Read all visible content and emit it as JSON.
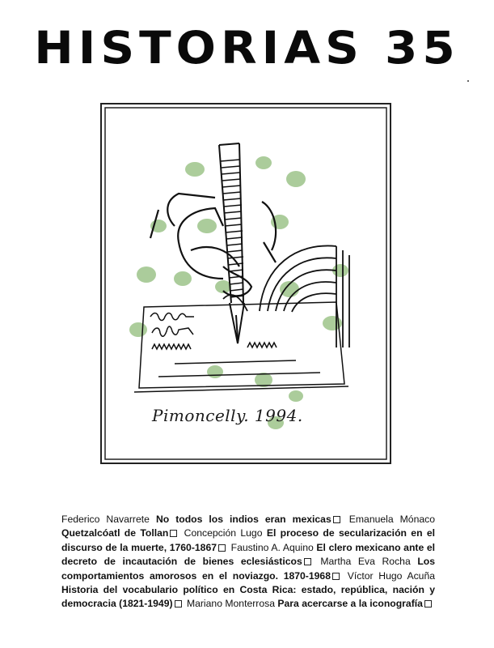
{
  "masthead": {
    "title": "HISTORIAS 35"
  },
  "cover": {
    "signature": "Pimoncelly. 1994."
  },
  "contents": {
    "entries": [
      {
        "author": "Federico Navarrete",
        "title": "No todos los indios eran mexicas"
      },
      {
        "author": "Emanuela Mónaco",
        "title": "Quetzalcóatl de Tollan"
      },
      {
        "author": "Concepción Lugo",
        "title": "El proceso de secularización en el discurso de la muerte, 1760-1867"
      },
      {
        "author": "Faustino A. Aquino",
        "title": "El clero mexicano ante el decreto de incautación de bienes eclesiásticos"
      },
      {
        "author": "Martha Eva Rocha",
        "title": "Los comportamientos amorosos en el noviazgo. 1870-1968"
      },
      {
        "author": "Víctor Hugo Acuña",
        "title": "Historia del vocabulario político en Costa Rica: estado, república, nación y democracia (1821-1949)"
      },
      {
        "author": "Mariano Monterrosa",
        "title": "Para acercarse a la iconografía"
      }
    ]
  }
}
